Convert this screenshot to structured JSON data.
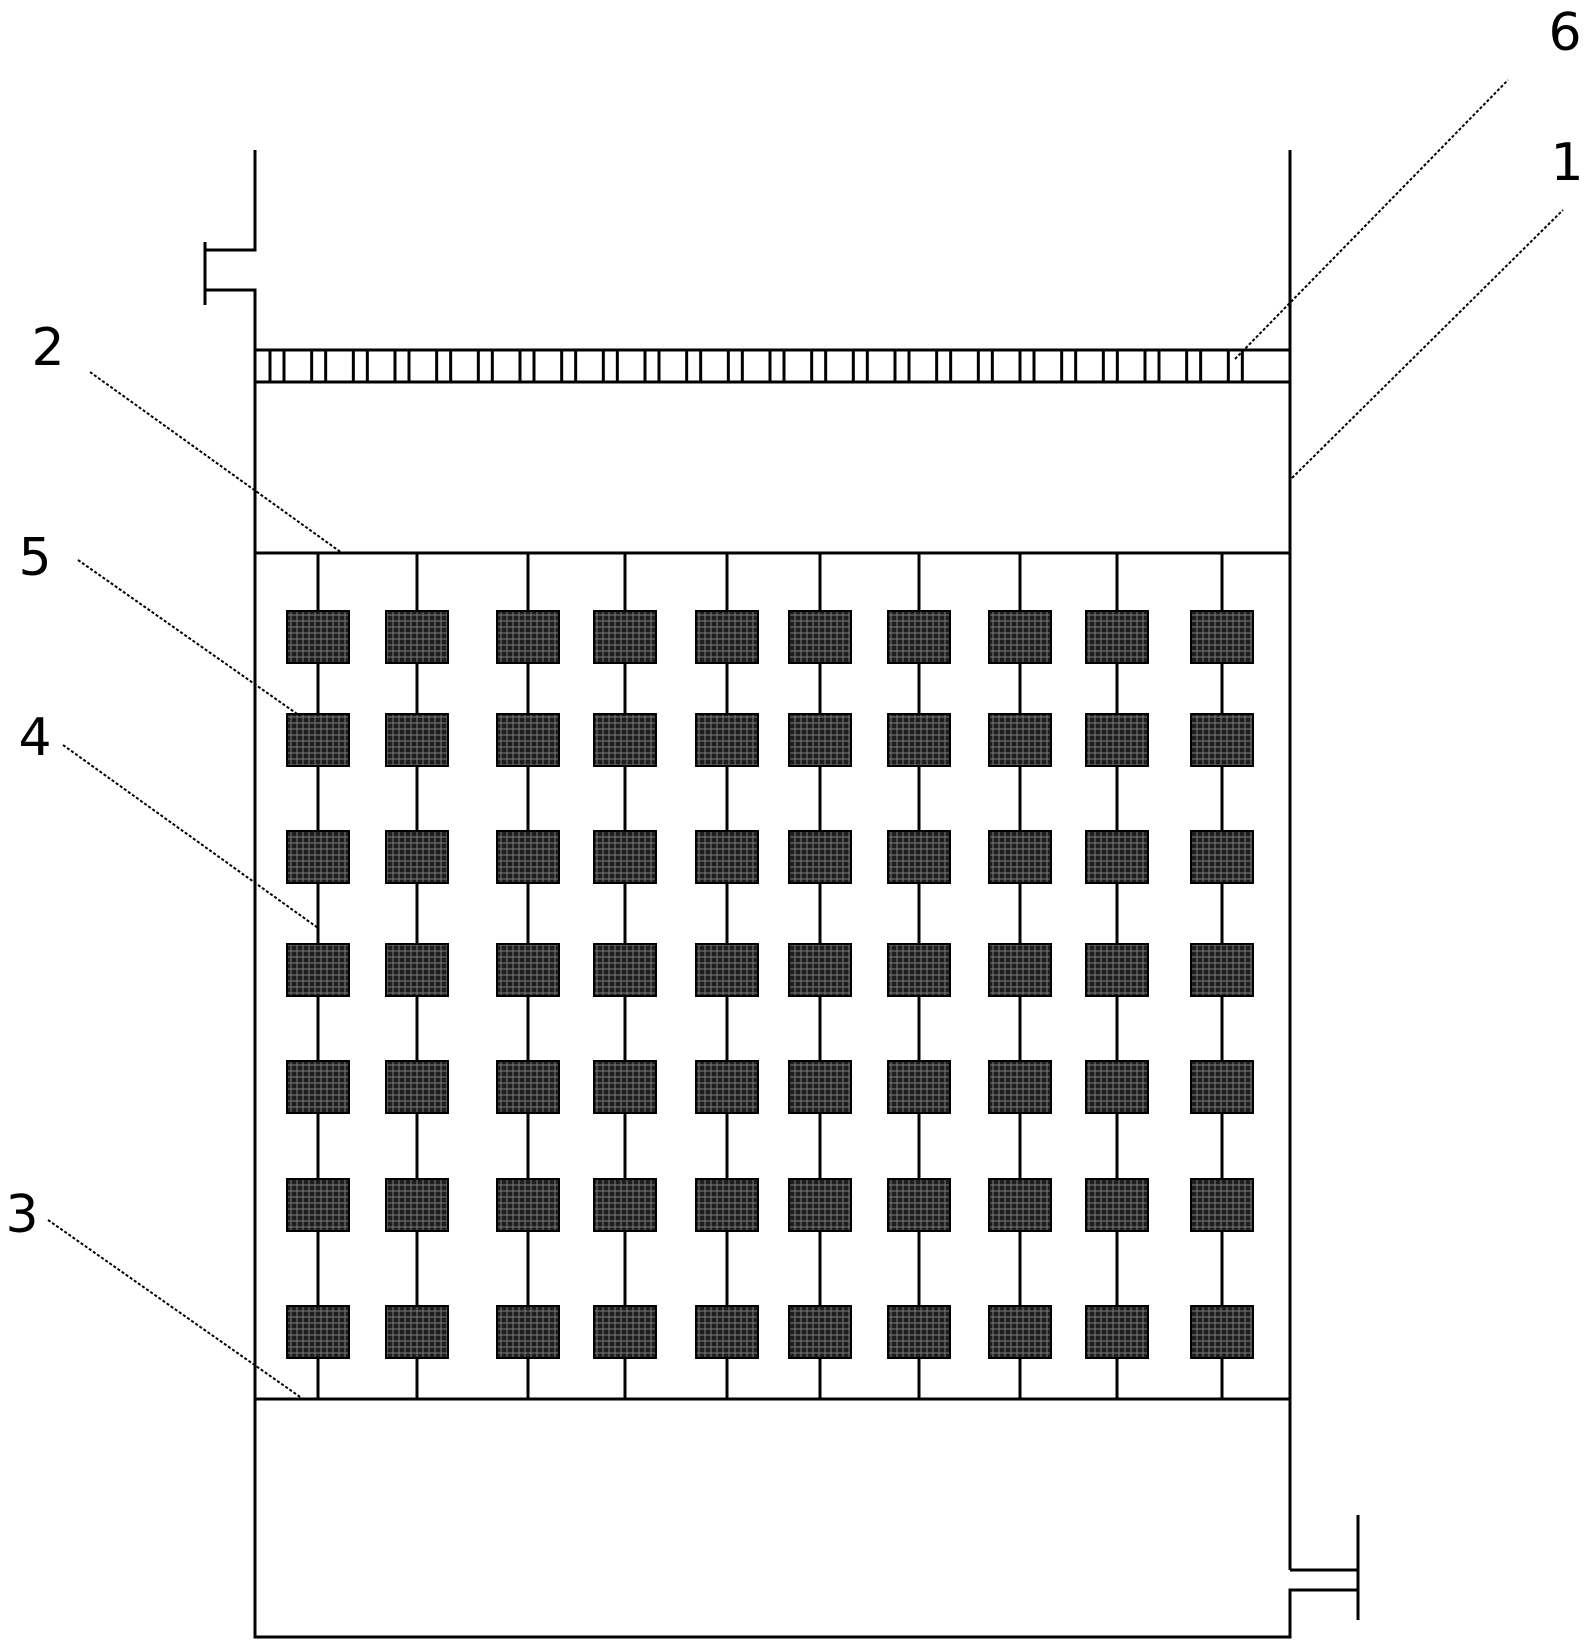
{
  "callouts": [
    {
      "id": "c1",
      "label": "1",
      "target": "tank-wall"
    },
    {
      "id": "c2",
      "label": "2",
      "target": "upper-plate"
    },
    {
      "id": "c3",
      "label": "3",
      "target": "lower-plate"
    },
    {
      "id": "c4",
      "label": "4",
      "target": "hanging-rod"
    },
    {
      "id": "c5",
      "label": "5",
      "target": "media-block"
    },
    {
      "id": "c6",
      "label": "6",
      "target": "top-grid-layer"
    }
  ],
  "media_grid": {
    "columns": 10,
    "rows": 7
  },
  "top_grid_cells": 24,
  "colors": {
    "line": "#000000",
    "background": "#ffffff",
    "block_fill": "#2b2b2b"
  }
}
